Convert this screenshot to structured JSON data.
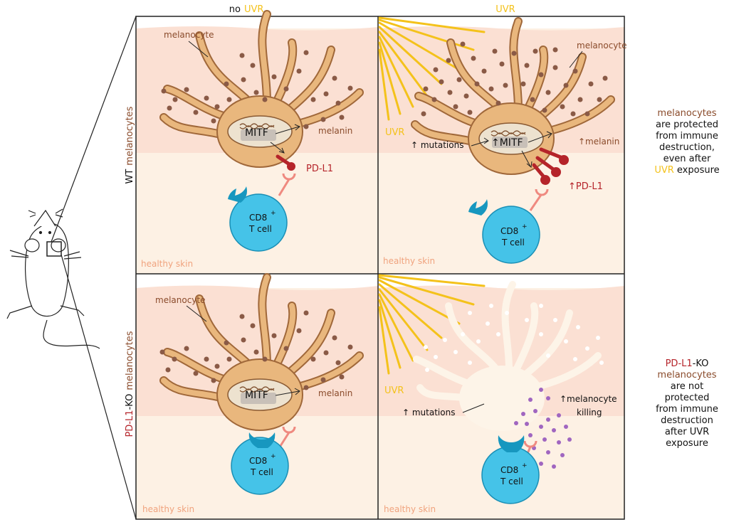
{
  "columns": {
    "no_uvr_prefix": "no",
    "uvr": "UVR"
  },
  "rows": {
    "wt": {
      "prefix": "WT",
      "suffix": "melanocytes"
    },
    "ko": {
      "red": "PD-L1",
      "ko": "-KO",
      "suffix": "melanocytes"
    }
  },
  "panels": {
    "wt_no_uvr": {
      "melanocyte": "melanocyte",
      "mitf": "MITF",
      "melanin": "melanin",
      "pdl1": "PD-L1",
      "tcell_cd8": "CD8",
      "tcell_plus": "+",
      "tcell_t": "T cell",
      "skin": "healthy skin"
    },
    "wt_uvr": {
      "melanocyte": "melanocyte",
      "uvr": "UVR",
      "mutations": "↑ mutations",
      "mitf": "↑MITF",
      "melanin": "↑melanin",
      "pdl1": "↑PD-L1",
      "tcell_cd8": "CD8",
      "tcell_plus": "+",
      "tcell_t": "T cell",
      "skin": "healthy skin"
    },
    "ko_no_uvr": {
      "melanocyte": "melanocyte",
      "mitf": "MITF",
      "melanin": "melanin",
      "tcell_cd8": "CD8",
      "tcell_plus": "+",
      "tcell_t": "T cell",
      "skin": "healthy skin"
    },
    "ko_uvr": {
      "uvr": "UVR",
      "mutations": "↑ mutations",
      "killing_1": "↑melanocyte",
      "killing_2": "killing",
      "tcell_cd8": "CD8",
      "tcell_plus": "+",
      "tcell_t": "T cell",
      "skin": "healthy skin"
    }
  },
  "side_notes": {
    "top": {
      "line1": "melanocytes",
      "line2": "are protected",
      "line3": "from immune",
      "line4": "destruction,",
      "line5": "even after",
      "line6_uvr": "UVR",
      "line6_rest": " exposure"
    },
    "bottom": {
      "line1_red": "PD-L1",
      "line1_rest": "-KO",
      "line2": "melanocytes",
      "line3": "are not",
      "line4": "protected",
      "line5": "from immune",
      "line6": "destruction",
      "line7": "after UVR",
      "line8": "exposure"
    }
  },
  "colors": {
    "uvr_yellow": "#f4c21b",
    "mel_brown": "#8a4b2b",
    "pdl1_red": "#b5242a",
    "skin_pink": "#fbe0d3",
    "skin_light": "#fdf1e4",
    "cell_tan": "#e9b77d",
    "cell_outline": "#a0683a",
    "tcell_blue": "#45c3e8",
    "tcr_blue": "#1797bf",
    "purple": "#a066c0",
    "label_orange": "#f0a37e"
  }
}
